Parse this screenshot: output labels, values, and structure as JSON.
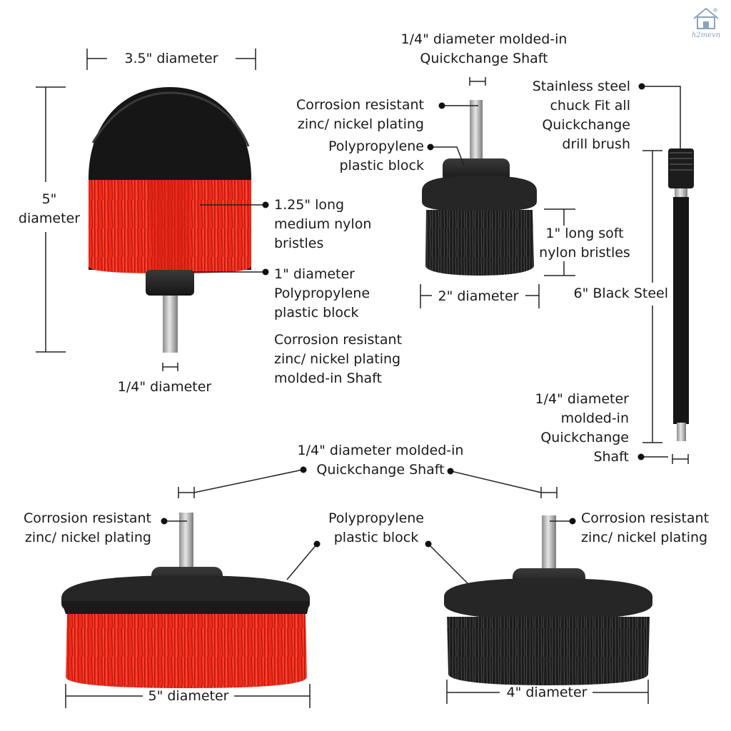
{
  "colors": {
    "red_bristle": "#ef2a1a",
    "dark_bristle": "#1c1c1c",
    "block": "#262626",
    "steel": "#b9b9b9",
    "line": "#222222"
  },
  "watermark": {
    "text": "h2mevn",
    "icon": "house-logo-icon"
  },
  "labels": {
    "drill_dia": "3.5\" diameter",
    "drill_len": [
      "5\"",
      "diameter"
    ],
    "drill_bristles": [
      "1.25\" long",
      "medium nylon",
      "bristles"
    ],
    "drill_block": [
      "1\" diameter",
      "Polypropylene",
      "plastic block"
    ],
    "drill_shaft": [
      "Corrosion resistant",
      "zinc/ nickel plating",
      "molded-in Shaft"
    ],
    "drill_shaft_dia": "1/4\" diameter",
    "small_top": [
      "1/4\" diameter molded-in",
      "Quickchange Shaft"
    ],
    "small_plating": [
      "Corrosion resistant",
      "zinc/ nickel plating"
    ],
    "small_block": [
      "Polypropylene",
      "plastic block"
    ],
    "small_bristles": [
      "1\" long soft",
      "nylon bristles"
    ],
    "small_dia": "2\" diameter",
    "ext_chuck": [
      "Stainless steel",
      "chuck Fit all",
      "Quickchange",
      "drill brush"
    ],
    "ext_len": "6\" Black Steel",
    "ext_shaft": [
      "1/4\" diameter",
      "molded-in",
      "Quickchange",
      "Shaft"
    ],
    "bottom_shaft": [
      "1/4\" diameter molded-in",
      "Quickchange Shaft"
    ],
    "left_plating": [
      "Corrosion resistant",
      "zinc/ nickel plating"
    ],
    "mid_block": [
      "Polypropylene",
      "plastic block"
    ],
    "right_plating": [
      "Corrosion resistant",
      "zinc/ nickel plating"
    ],
    "red_dia": "5\" diameter",
    "black_dia": "4\" diameter"
  }
}
